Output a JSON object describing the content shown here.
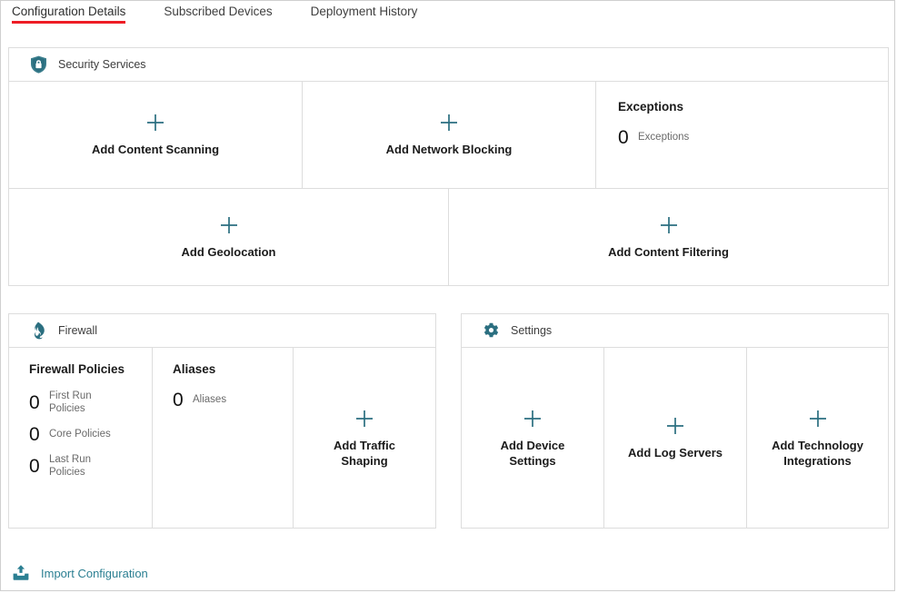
{
  "tabs": [
    {
      "label": "Configuration Details",
      "active": true
    },
    {
      "label": "Subscribed Devices",
      "active": false
    },
    {
      "label": "Deployment History",
      "active": false
    }
  ],
  "colors": {
    "accent_teal": "#2b6f80",
    "link_teal": "#2b7f92",
    "active_tab_underline": "#ee1c25",
    "panel_border": "#dddddd",
    "muted_text": "#6a6a6a"
  },
  "security_services": {
    "title": "Security Services",
    "icon": "shield-lock-icon",
    "row1": [
      {
        "type": "add",
        "label": "Add Content Scanning",
        "icon": "plus-icon"
      },
      {
        "type": "add",
        "label": "Add Network Blocking",
        "icon": "plus-icon"
      },
      {
        "type": "stats",
        "heading": "Exceptions",
        "stats": [
          {
            "count": "0",
            "label": "Exceptions"
          }
        ]
      }
    ],
    "row2": [
      {
        "type": "add",
        "label": "Add Geolocation",
        "icon": "plus-icon"
      },
      {
        "type": "add",
        "label": "Add Content Filtering",
        "icon": "plus-icon"
      }
    ]
  },
  "firewall": {
    "title": "Firewall",
    "icon": "flame-icon",
    "policies": {
      "heading": "Firewall Policies",
      "stats": [
        {
          "count": "0",
          "label": "First Run Policies"
        },
        {
          "count": "0",
          "label": "Core Policies"
        },
        {
          "count": "0",
          "label": "Last Run Policies"
        }
      ]
    },
    "aliases": {
      "heading": "Aliases",
      "stats": [
        {
          "count": "0",
          "label": "Aliases"
        }
      ]
    },
    "traffic_shaping": {
      "label": "Add Traffic Shaping",
      "icon": "plus-icon"
    }
  },
  "settings": {
    "title": "Settings",
    "icon": "gear-icon",
    "tiles": [
      {
        "label": "Add Device Settings",
        "icon": "plus-icon"
      },
      {
        "label": "Add Log Servers",
        "icon": "plus-icon"
      },
      {
        "label": "Add Technology Integrations",
        "icon": "plus-icon"
      }
    ]
  },
  "footer": {
    "import_label": "Import Configuration",
    "icon": "upload-icon"
  }
}
